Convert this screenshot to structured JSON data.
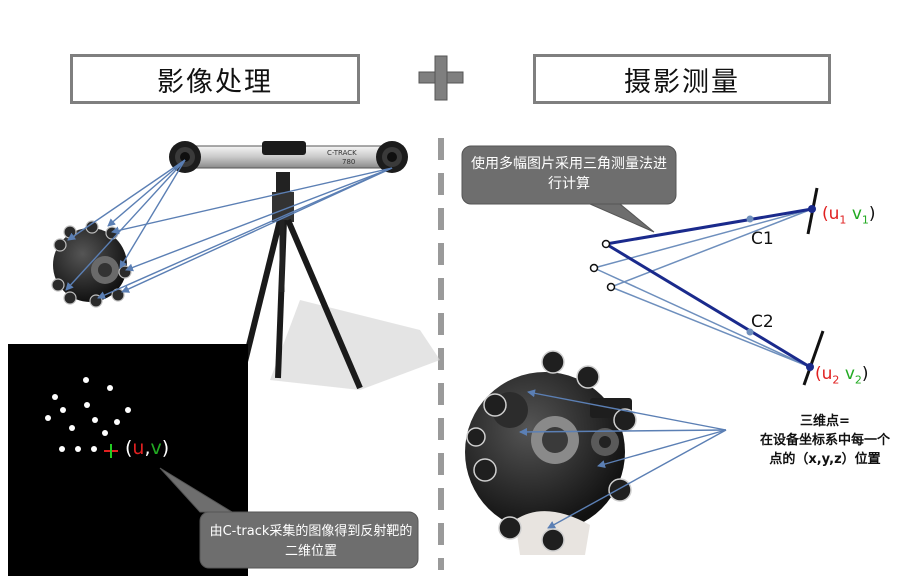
{
  "titles": {
    "left": "影像处理",
    "right": "摄影测量"
  },
  "callouts": {
    "top": "使用多幅图片采用三角测量法进行计算",
    "bottom": "由C-track采集的图像得到反射靶的二维位置"
  },
  "camera_labels": {
    "c1": "C1",
    "c2": "C2"
  },
  "image_coords": {
    "uv1": {
      "open": "(",
      "u": "u",
      "u_sub": "1",
      "v": "v",
      "v_sub": "1",
      "close": ")"
    },
    "uv2": {
      "open": "(",
      "u": "u",
      "u_sub": "2",
      "v": "v",
      "v_sub": "2",
      "close": ")"
    },
    "uv_img": {
      "open": "(",
      "u": "u",
      "sep": ",",
      "v": "v",
      "close": ")"
    }
  },
  "point3d": {
    "line1": "三维点=",
    "line2": "在设备坐标系中每一个",
    "line3": "点的（x,y,z）位置"
  },
  "device": {
    "brand": "C-TRACK",
    "model": "780"
  },
  "colors": {
    "ray": "#5b7fb4",
    "ray_dark": "#1a2a8c",
    "callout_bg": "#6e6e6e",
    "title_border": "#7f7f7f"
  }
}
